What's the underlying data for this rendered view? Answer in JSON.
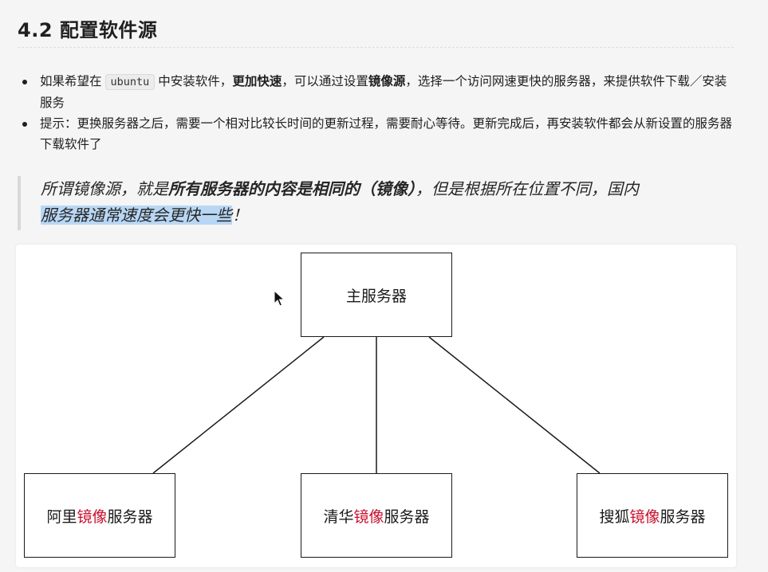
{
  "section": {
    "title": "4.2 配置软件源"
  },
  "bullets": [
    {
      "text_before_code": "如果希望在",
      "code": "ubuntu",
      "text_mid": "中安装软件，",
      "bold1": "更加快速",
      "text_mid2": "，可以通过设置",
      "bold2": "镜像源",
      "text_after": "，选择一个访问网速更快的服务器，来提供软件下载／安装服务"
    },
    {
      "text": "提示：更换服务器之后，需要一个相对比较长时间的更新过程，需要耐心等待。更新完成后，再安装软件都会从新设置的服务器下载软件了"
    }
  ],
  "quote": {
    "part1": "所谓镜像源，就是",
    "bold": "所有服务器的内容是相同的（镜像）",
    "part2": "，但是根据所在位置不同，国内",
    "highlight": "服务器通常速度会更快一些",
    "end": "！"
  },
  "diagram": {
    "main": "主服务器",
    "nodes": [
      {
        "pre": "阿里",
        "red": "镜像",
        "post": "服务器"
      },
      {
        "pre": "清华",
        "red": "镜像",
        "post": "服务器"
      },
      {
        "pre": "搜狐",
        "red": "镜像",
        "post": "服务器"
      }
    ],
    "accent_color": "#c8102e",
    "line_color": "#1a1a1a"
  }
}
